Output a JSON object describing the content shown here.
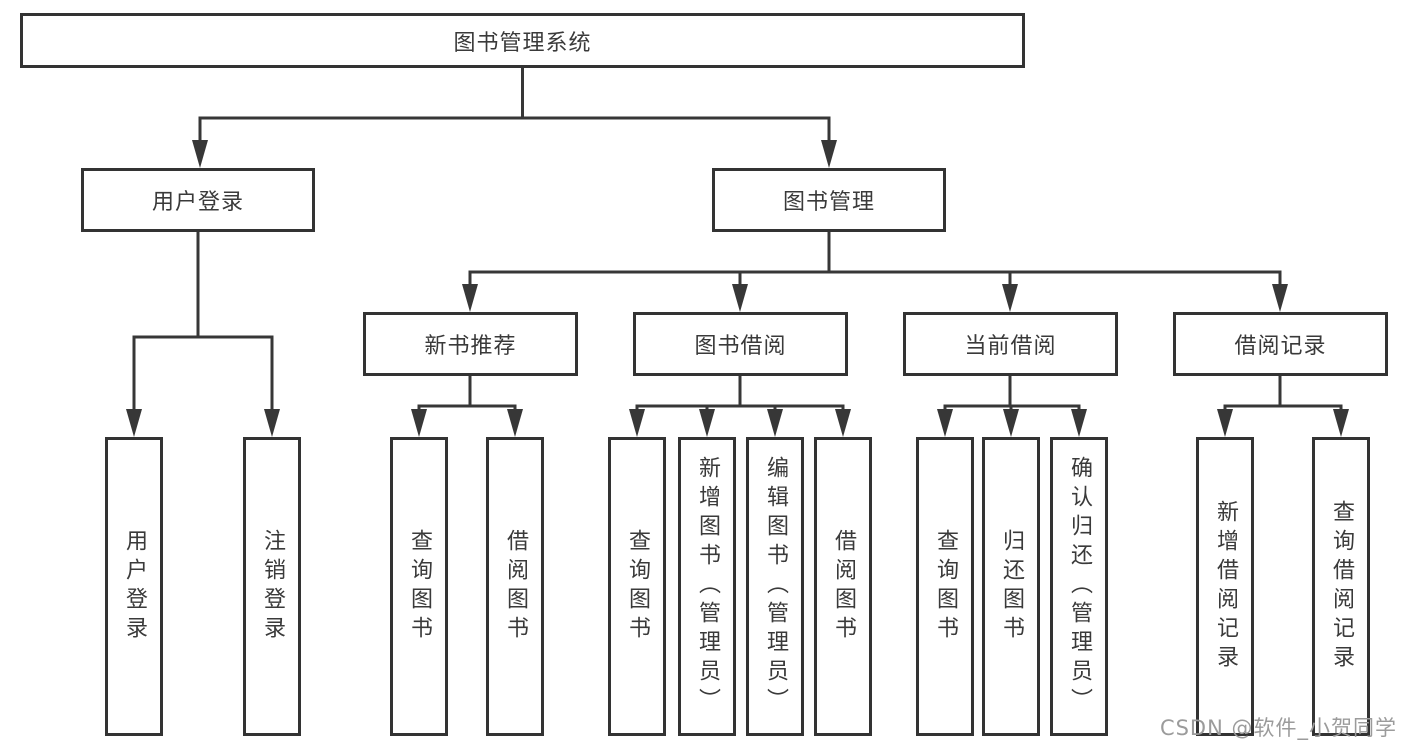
{
  "colors": {
    "line": "#373737",
    "box_border": "#333333",
    "text": "#3a3a3a",
    "watermark": "#9b9b9b",
    "background": "#ffffff"
  },
  "watermark": {
    "text": "CSDN @软件_小贺同学"
  },
  "tree": {
    "root": {
      "label": "图书管理系统",
      "children": [
        {
          "label": "用户登录",
          "children": [
            {
              "label": "用户登录"
            },
            {
              "label": "注销登录"
            }
          ]
        },
        {
          "label": "图书管理",
          "children": [
            {
              "label": "新书推荐",
              "children": [
                {
                  "label": "查询图书"
                },
                {
                  "label": "借阅图书"
                }
              ]
            },
            {
              "label": "图书借阅",
              "children": [
                {
                  "label": "查询图书"
                },
                {
                  "label": "新增图书（管理员）"
                },
                {
                  "label": "编辑图书（管理员）"
                },
                {
                  "label": "借阅图书"
                }
              ]
            },
            {
              "label": "当前借阅",
              "children": [
                {
                  "label": "查询图书"
                },
                {
                  "label": "归还图书"
                },
                {
                  "label": "确认归还（管理员）"
                }
              ]
            },
            {
              "label": "借阅记录",
              "children": [
                {
                  "label": "新增借阅记录"
                },
                {
                  "label": "查询借阅记录"
                }
              ]
            }
          ]
        }
      ]
    }
  }
}
